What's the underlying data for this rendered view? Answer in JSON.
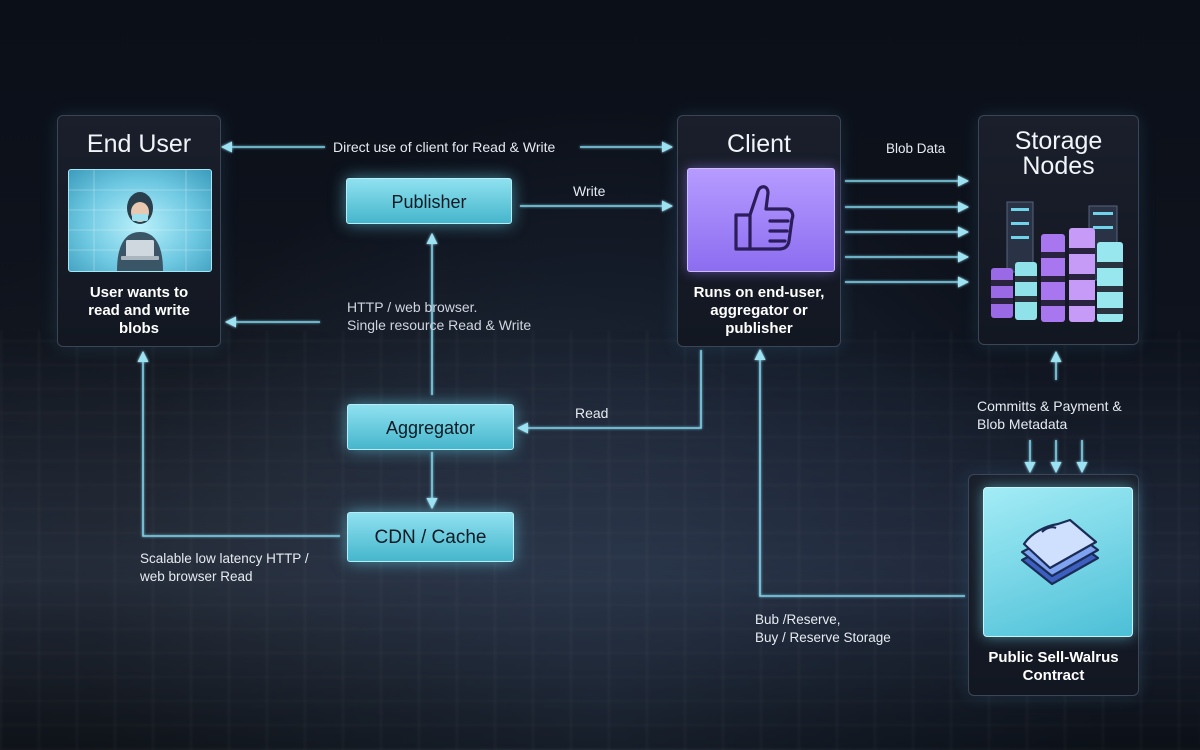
{
  "nodes": {
    "end_user": {
      "title": "End User",
      "caption_lines": [
        "User wants to",
        "read and write",
        "blobs"
      ]
    },
    "client": {
      "title": "Client",
      "caption_lines": [
        "Runs on end-user,",
        "aggregator or",
        "publisher"
      ]
    },
    "storage_nodes": {
      "title_lines": [
        "Storage",
        "Nodes"
      ]
    },
    "contract": {
      "caption_lines": [
        "Public Sell-Walrus",
        "Contract"
      ]
    },
    "publisher": {
      "label": "Publisher"
    },
    "aggregator": {
      "label": "Aggregator"
    },
    "cdn": {
      "label": "CDN / Cache"
    }
  },
  "edges": {
    "direct_use": "Direct use of client for Read & Write",
    "write": "Write",
    "blob_data": "Blob Data",
    "http_lines": [
      "HTTP / web browser.",
      "Single resource  Read & Write"
    ],
    "read": "Read",
    "commits_lines": [
      "Committs & Payment &",
      "Blob Metadata"
    ],
    "scalable_lines": [
      "Scalable low latency HTTP /",
      "web browser Read"
    ],
    "buy_lines": [
      "Bub /Reserve,",
      "Buy / Reserve Storage"
    ]
  },
  "colors": {
    "accent": "#8fe1f0",
    "client_tile": "#a78bfa",
    "panel_bg": "#161b26",
    "wire": "#7fcfe6"
  },
  "icons": {
    "end_user": "person-with-laptop",
    "client": "thumbs-up-icon",
    "storage": "server-racks",
    "contract": "stacked-sheets-icon"
  }
}
